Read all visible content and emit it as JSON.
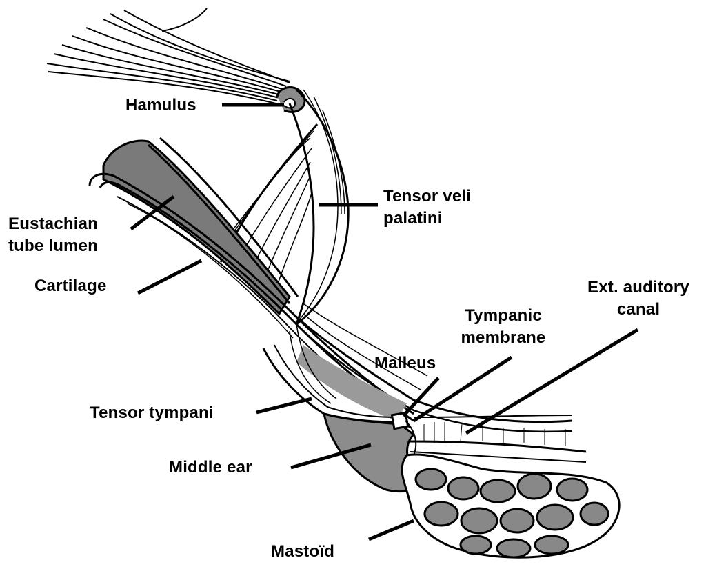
{
  "diagram": {
    "labels": {
      "hamulus": "Hamulus",
      "tensor_veli_line1": "Tensor veli",
      "tensor_veli_line2": "palatini",
      "eustachian_line1": "Eustachian",
      "eustachian_line2": "tube lumen",
      "cartilage": "Cartilage",
      "ext_canal_line1": "Ext. auditory",
      "ext_canal_line2": "canal",
      "tympanic_line1": "Tympanic",
      "tympanic_line2": "membrane",
      "malleus": "Malleus",
      "tensor_tympani": "Tensor tympani",
      "middle_ear": "Middle ear",
      "mastoid": "Mastoïd"
    },
    "colors": {
      "ink": "#000000",
      "shade": "#7a7a7a",
      "light_shade": "#b5b5b5",
      "background": "#ffffff"
    }
  }
}
